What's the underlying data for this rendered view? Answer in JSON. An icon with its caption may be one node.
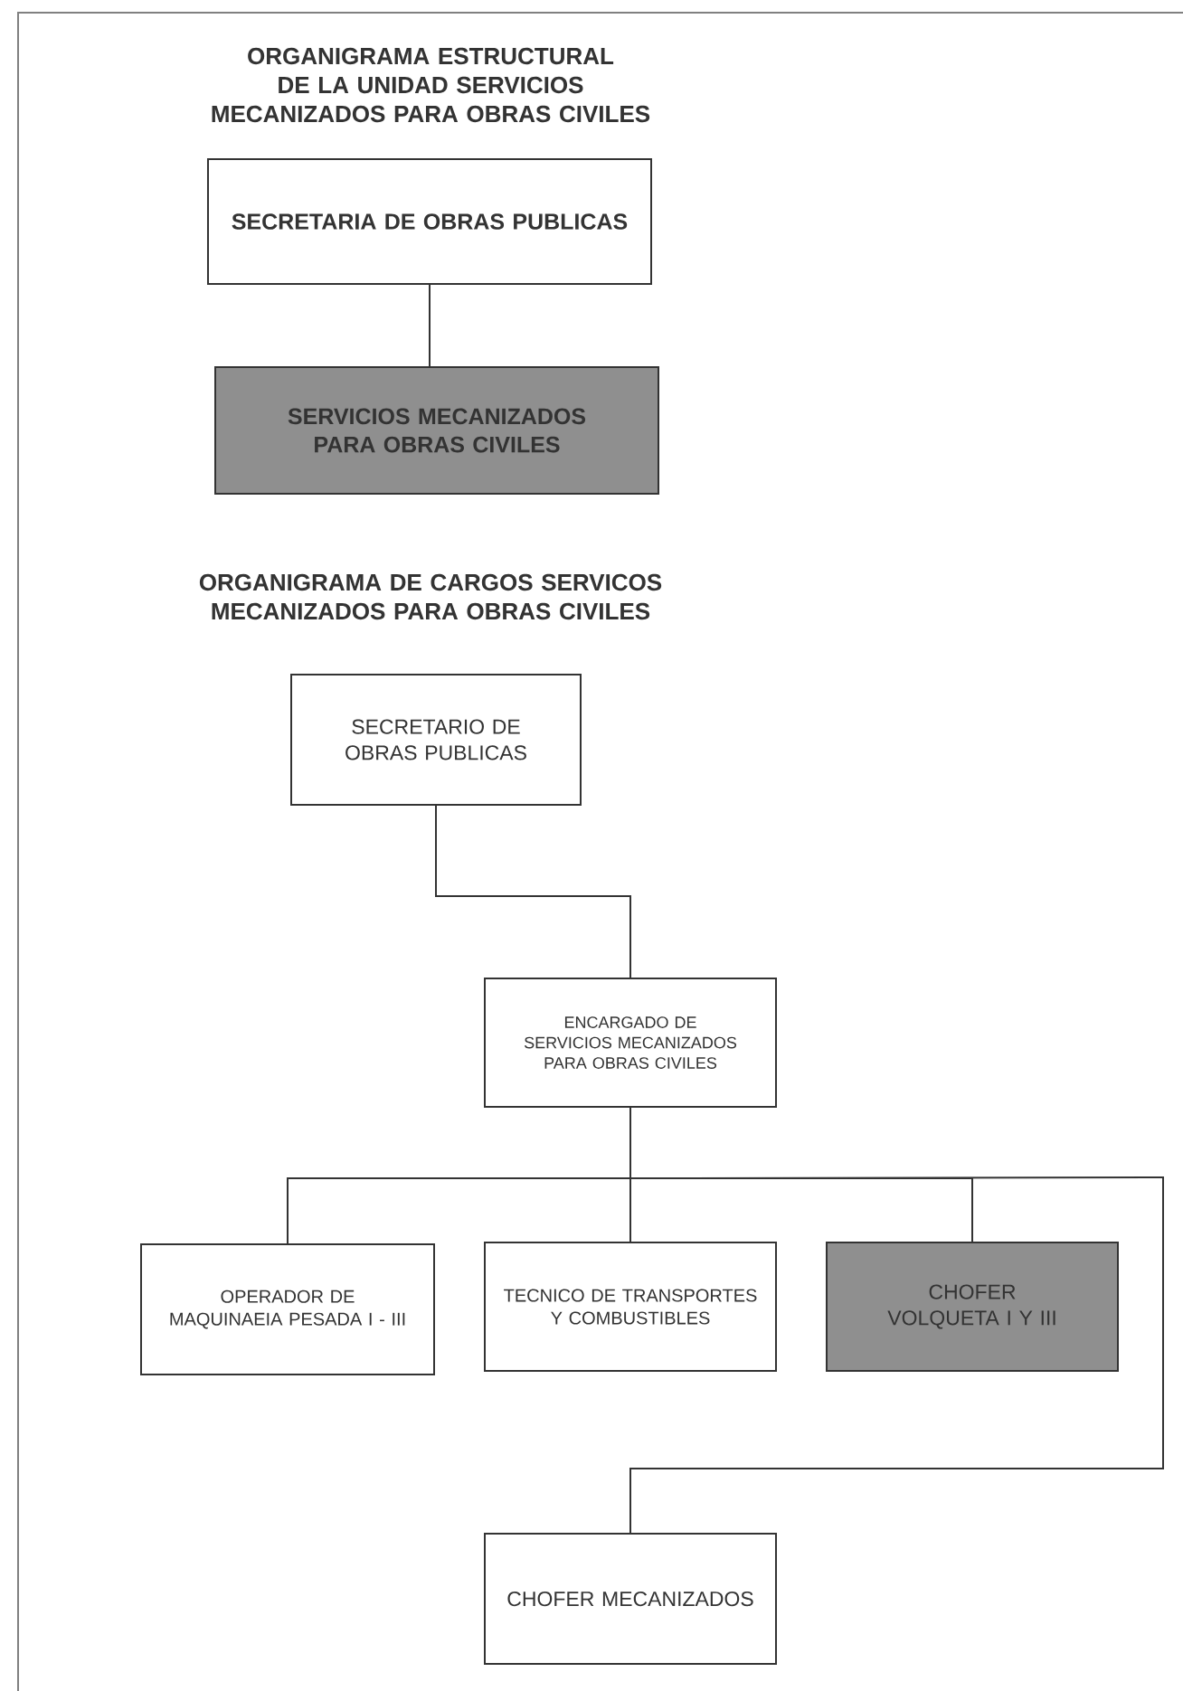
{
  "diagram": {
    "title": "ORGANIGRAMA ESTRUCTURAL DE LA UNIDAD SERVICIOS MECANIZADOS PARA OBRAS CIVILES",
    "nodes": [
      {
        "text": [
          "SECRETARIA DE OBRAS PUBLICAS"
        ]
      },
      {
        "text": [
          "SERVICIOS MECANIZADOS PARA OBRAS CIVILES"
        ]
      },
      {
        "text": [
          "SECRETARIO DE OBRAS PUBLICAS"
        ]
      },
      {
        "text": [
          "ENCARGADO DE SERVICIOS MECANIZADOS PARA OBRAS CIVILES"
        ]
      },
      {
        "text": [
          "OPERADOR DE MAQUINAEIA PESADA I - III"
        ]
      },
      {
        "text": [
          "TECNICO DE TRANSPORTES Y COMBUSTIBLES"
        ]
      },
      {
        "text": [
          "CHOFER VOLQUETA I Y III"
        ]
      },
      {
        "text": [
          "CHOFER MECANIZADOS"
        ]
      }
    ],
    "edges": [
      {
        "from": 0,
        "to": 1,
        "arrow": "none"
      },
      {
        "from": 2,
        "to": 3,
        "arrow": "none"
      },
      {
        "from": 3,
        "to": 4,
        "arrow": "none"
      },
      {
        "from": 3,
        "to": 5,
        "arrow": "none"
      },
      {
        "from": 3,
        "to": 6,
        "arrow": "none"
      },
      {
        "from": 3,
        "to": 7,
        "arrow": "none"
      }
    ],
    "labels": [
      "ORGANIGRAMA DE CARGOS SERVICOS MECANIZADOS PARA OBRAS CIVILES"
    ]
  }
}
